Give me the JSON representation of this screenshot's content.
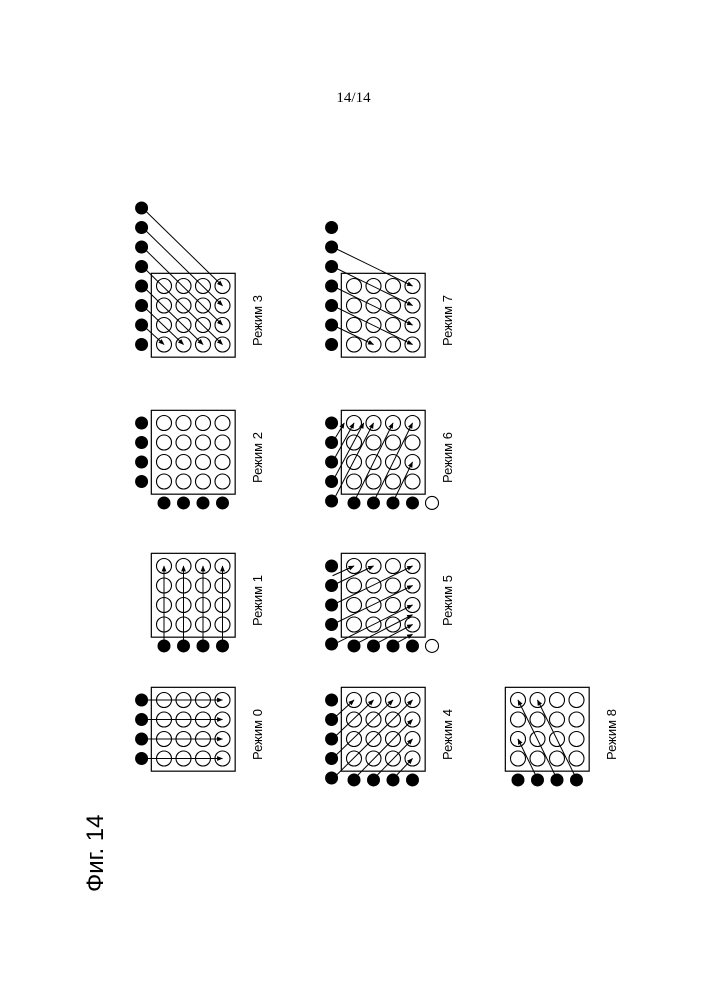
{
  "page_number": "14/14",
  "figure_label": "Фиг. 14",
  "modes": [
    {
      "label": "Режим 0"
    },
    {
      "label": "Режим 1"
    },
    {
      "label": "Режим 2"
    },
    {
      "label": "Режим 3"
    },
    {
      "label": "Режим 4"
    },
    {
      "label": "Режим 5"
    },
    {
      "label": "Режим 6"
    },
    {
      "label": "Режим 7"
    },
    {
      "label": "Режим 8"
    }
  ]
}
